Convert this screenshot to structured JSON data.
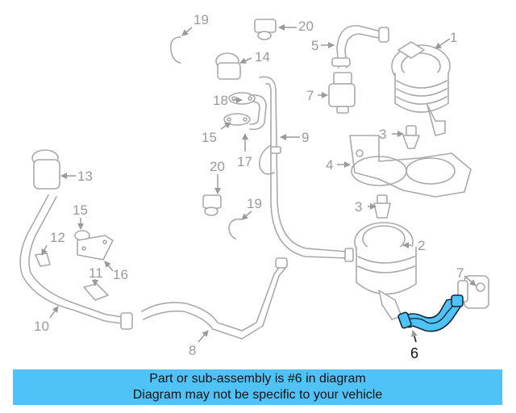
{
  "callouts": {
    "c1": "1",
    "c2": "2",
    "c3a": "3",
    "c3b": "3",
    "c4": "4",
    "c5": "5",
    "c6": "6",
    "c7a": "7",
    "c7b": "7",
    "c8": "8",
    "c9": "9",
    "c10": "10",
    "c11": "11",
    "c12": "12",
    "c13": "13",
    "c14": "14",
    "c15a": "15",
    "c15b": "15",
    "c16": "16",
    "c17": "17",
    "c18": "18",
    "c19a": "19",
    "c19b": "19",
    "c20a": "20",
    "c20b": "20"
  },
  "highlighted_part": "6",
  "colors": {
    "highlight": "#4fc3f7",
    "line": "#a9a9a9",
    "callout_highlight": "#111111"
  },
  "banner": {
    "line1": "Part or sub-assembly is #6 in diagram",
    "line2": "Diagram may not be specific to your vehicle"
  }
}
